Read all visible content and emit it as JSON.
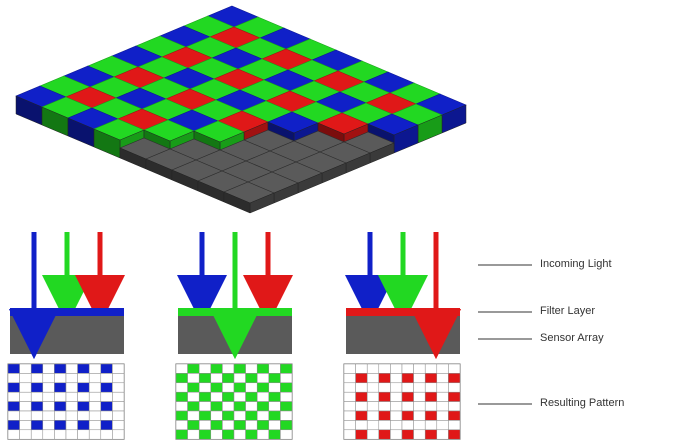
{
  "labels": {
    "incoming_light": "Incoming Light",
    "filter_layer": "Filter Layer",
    "sensor_array": "Sensor Array",
    "resulting_pattern": "Resulting Pattern"
  },
  "colors": {
    "red": "#e01818",
    "green": "#22d822",
    "blue": "#1020c8",
    "sensor": "#5a5a5a",
    "sensor_side": "#3a3a3a"
  },
  "bayer_pattern": [
    [
      "blue",
      "green"
    ],
    [
      "green",
      "red"
    ]
  ],
  "filters": [
    "blue",
    "green",
    "red"
  ]
}
